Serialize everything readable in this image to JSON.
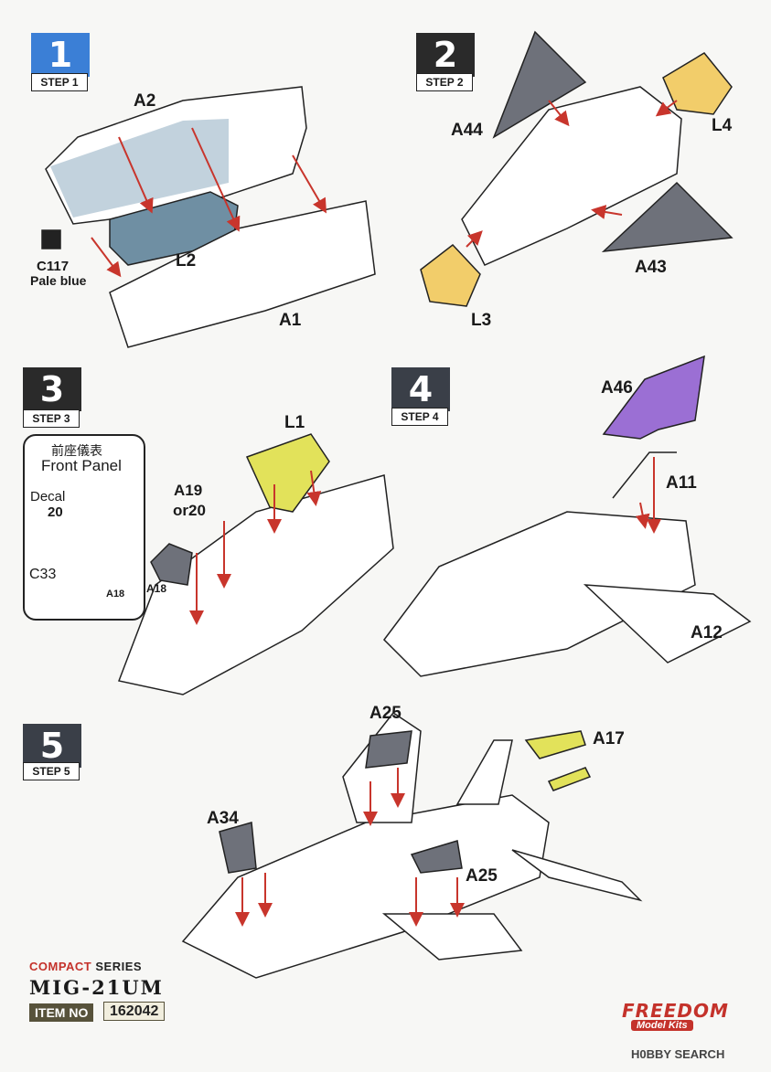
{
  "steps": [
    {
      "number": "1",
      "label": "STEP 1",
      "color": "#3b7fd6"
    },
    {
      "number": "2",
      "label": "STEP 2",
      "color": "#2a2a2a"
    },
    {
      "number": "3",
      "label": "STEP 3",
      "color": "#2a2a2a"
    },
    {
      "number": "4",
      "label": "STEP 4",
      "color": "#3a3f48"
    },
    {
      "number": "5",
      "label": "STEP 5",
      "color": "#3a3f48"
    }
  ],
  "parts": {
    "a2": "A2",
    "l2": "L2",
    "a1": "A1",
    "c117": "C117",
    "c117_name": "Pale blue",
    "a44": "A44",
    "l4": "L4",
    "a43": "A43",
    "l3": "L3",
    "l1": "L1",
    "a19": "A19",
    "or20": "or20",
    "a18": "A18",
    "a18b": "A18",
    "decal": "Decal",
    "decal_no": "20",
    "c33": "C33",
    "a46": "A46",
    "a11": "A11",
    "a12": "A12",
    "a25_top": "A25",
    "a17": "A17",
    "a34": "A34",
    "a25_mid": "A25"
  },
  "front_panel": {
    "jp": "前座儀表",
    "en": "Front Panel"
  },
  "footer": {
    "series_prefix": "COMPACT",
    "series_suffix": "SERIES",
    "title": "MIG-21UM",
    "item_label": "ITEM NO",
    "item_no": "162042",
    "brand": "FREEDOM",
    "brand_sub": "Model Kits",
    "watermark": "H0BBY SEARCH"
  },
  "colors": {
    "gray_part": "#6e717a",
    "blue_part": "#7b9fb3",
    "yellow_part": "#f2cd6a",
    "lime_part": "#e2e25a",
    "purple_part": "#9b6fd4",
    "arrow": "#c8352c"
  }
}
